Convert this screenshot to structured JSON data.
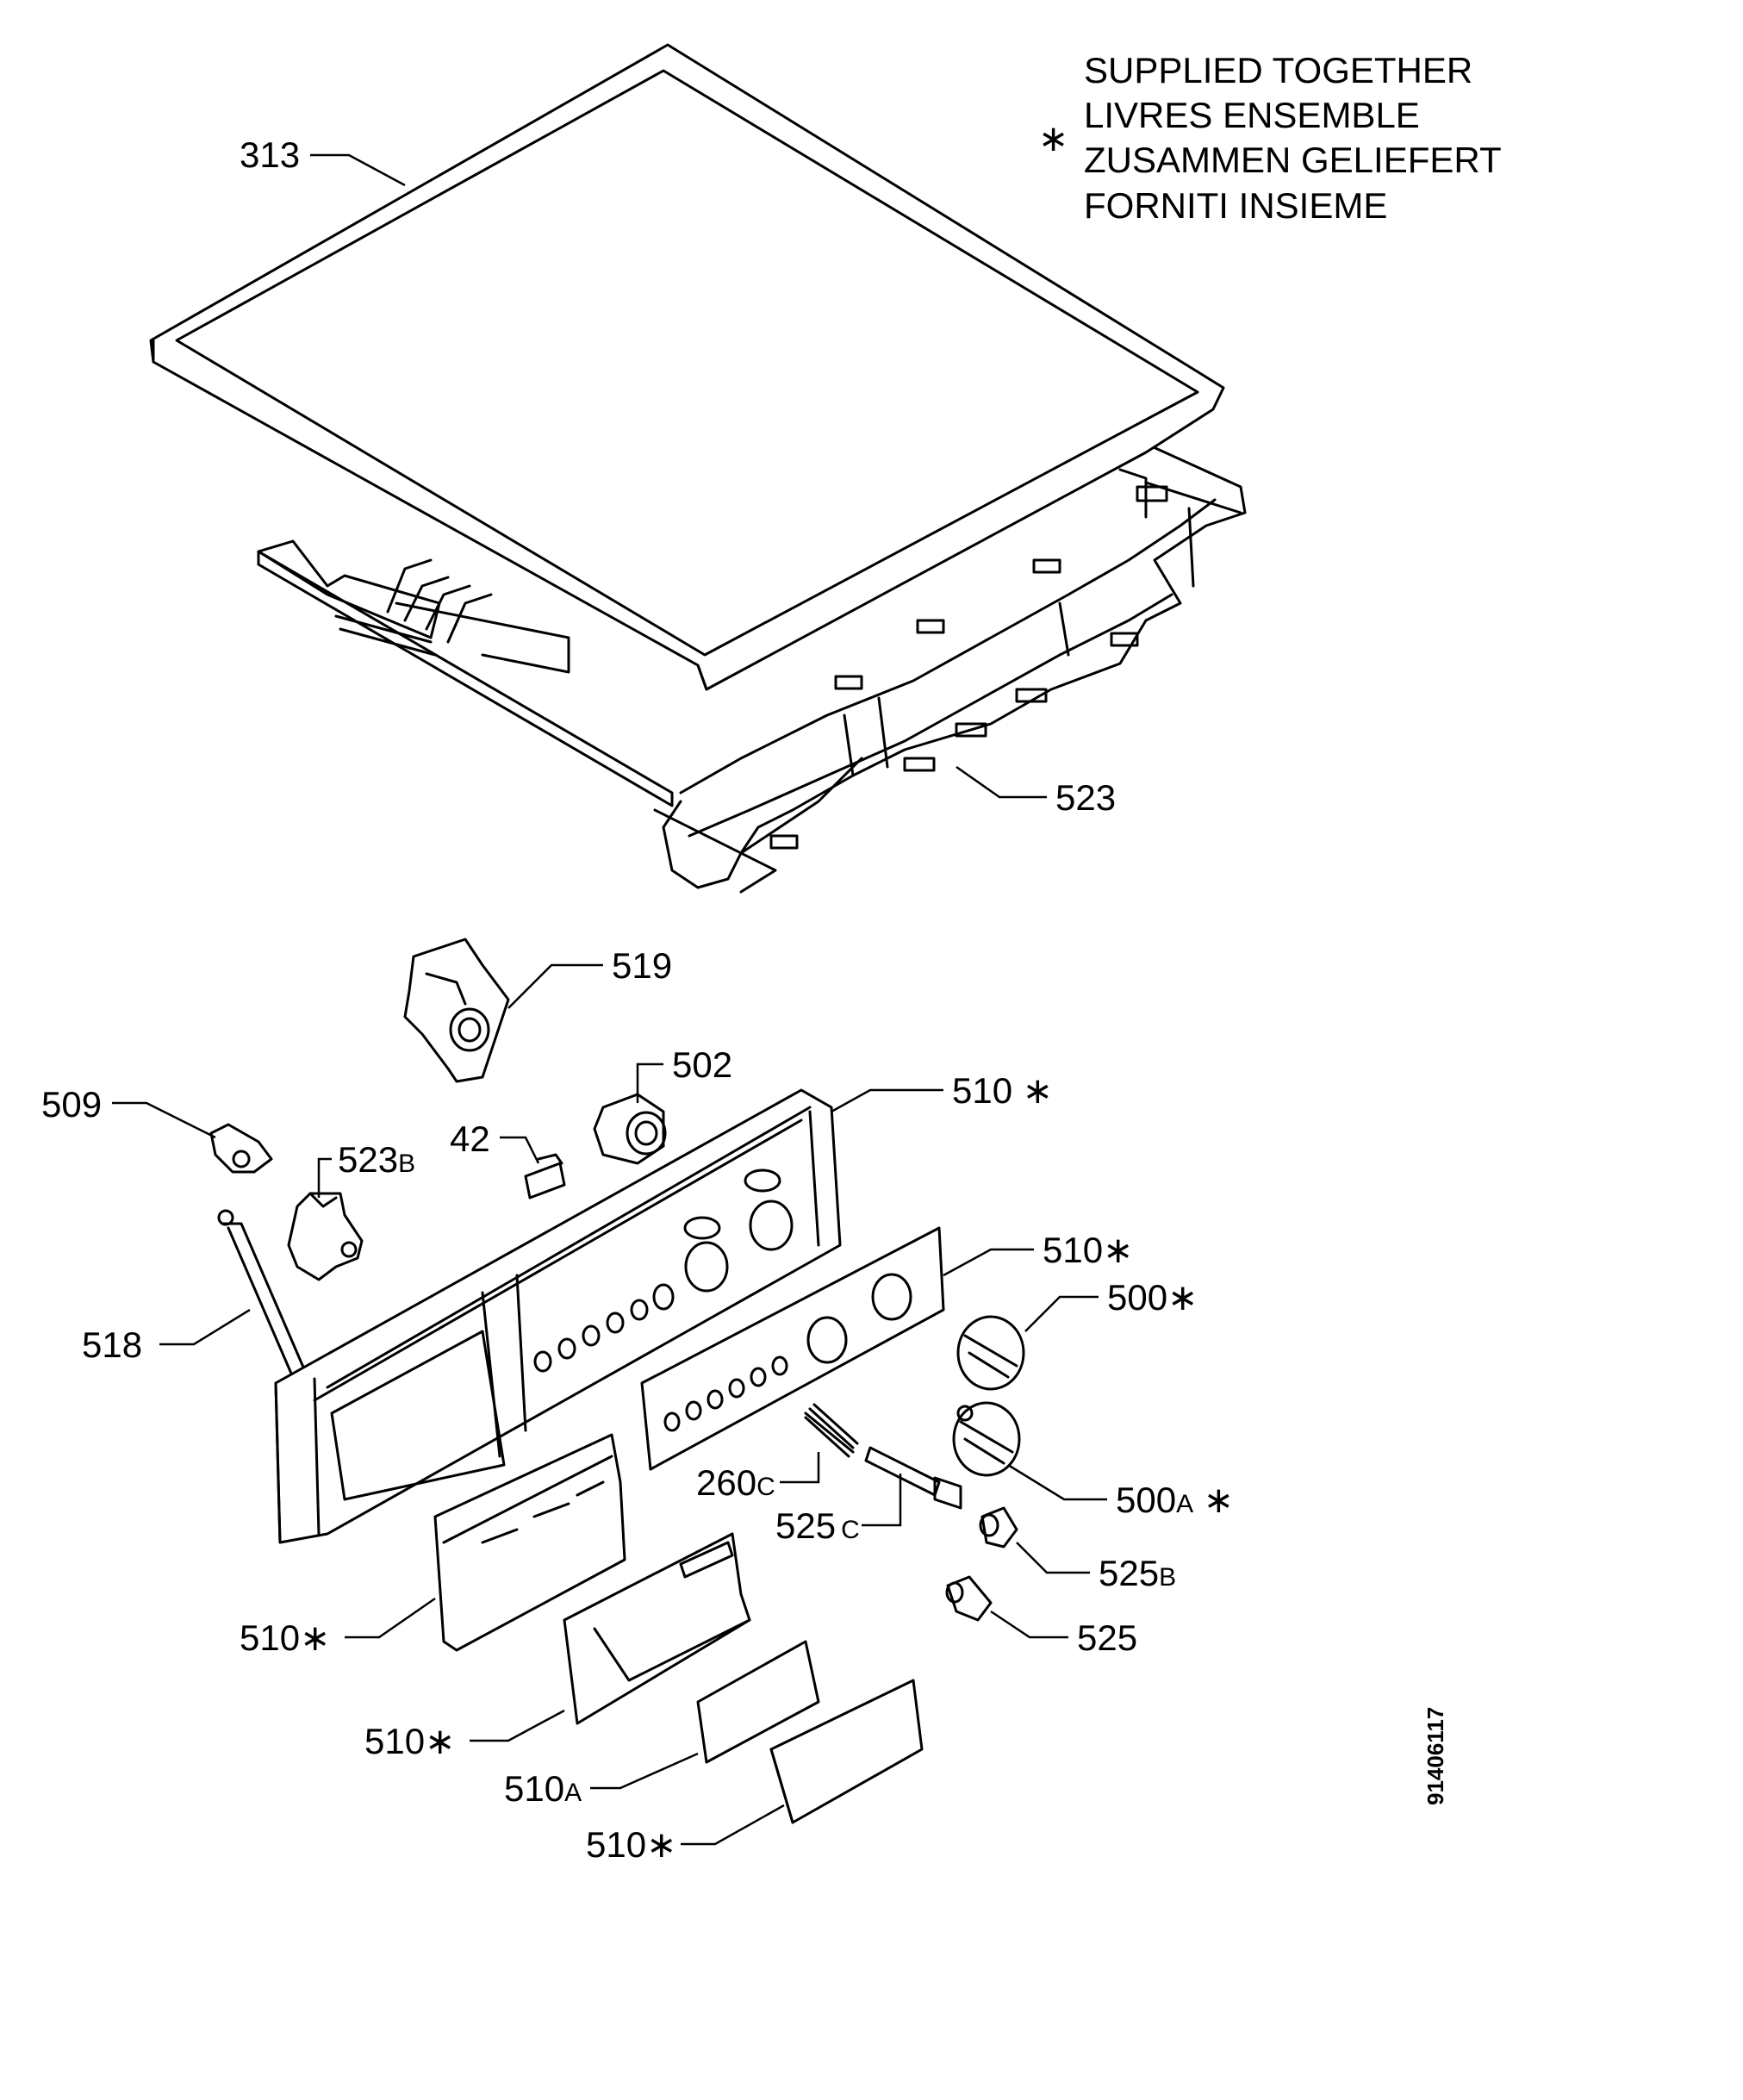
{
  "legend": {
    "symbol": "∗",
    "lines": [
      "SUPPLIED TOGETHER",
      "LIVRES ENSEMBLE",
      "ZUSAMMEN GELIEFERT",
      "FORNITI INSIEME"
    ]
  },
  "drawing_code": "91406117",
  "callouts": [
    {
      "id": "c313",
      "num": "313",
      "suffix": "",
      "star": ""
    },
    {
      "id": "c523",
      "num": "523",
      "suffix": "",
      "star": ""
    },
    {
      "id": "c519",
      "num": "519",
      "suffix": "",
      "star": ""
    },
    {
      "id": "c502",
      "num": "502",
      "suffix": "",
      "star": ""
    },
    {
      "id": "c509",
      "num": "509",
      "suffix": "",
      "star": ""
    },
    {
      "id": "c42",
      "num": "42",
      "suffix": "",
      "star": ""
    },
    {
      "id": "c523b",
      "num": "523",
      "suffix": "B",
      "star": ""
    },
    {
      "id": "c510a",
      "num": "510",
      "suffix": "",
      "star": "∗"
    },
    {
      "id": "c510b",
      "num": "510",
      "suffix": "",
      "star": "∗"
    },
    {
      "id": "c500",
      "num": "500",
      "suffix": "",
      "star": "∗"
    },
    {
      "id": "c518",
      "num": "518",
      "suffix": "",
      "star": ""
    },
    {
      "id": "c260c",
      "num": "260",
      "suffix": "C",
      "star": ""
    },
    {
      "id": "c525c",
      "num": "525",
      "suffix": "C",
      "star": ""
    },
    {
      "id": "c500a",
      "num": "500",
      "suffix": "A",
      "star": "∗"
    },
    {
      "id": "c525b",
      "num": "525",
      "suffix": "B",
      "star": ""
    },
    {
      "id": "c525",
      "num": "525",
      "suffix": "",
      "star": ""
    },
    {
      "id": "c510c",
      "num": "510",
      "suffix": "",
      "star": "∗"
    },
    {
      "id": "c510d",
      "num": "510",
      "suffix": "",
      "star": "∗"
    },
    {
      "id": "c510A",
      "num": "510",
      "suffix": "A",
      "star": ""
    },
    {
      "id": "c510e",
      "num": "510",
      "suffix": "",
      "star": "∗"
    }
  ]
}
